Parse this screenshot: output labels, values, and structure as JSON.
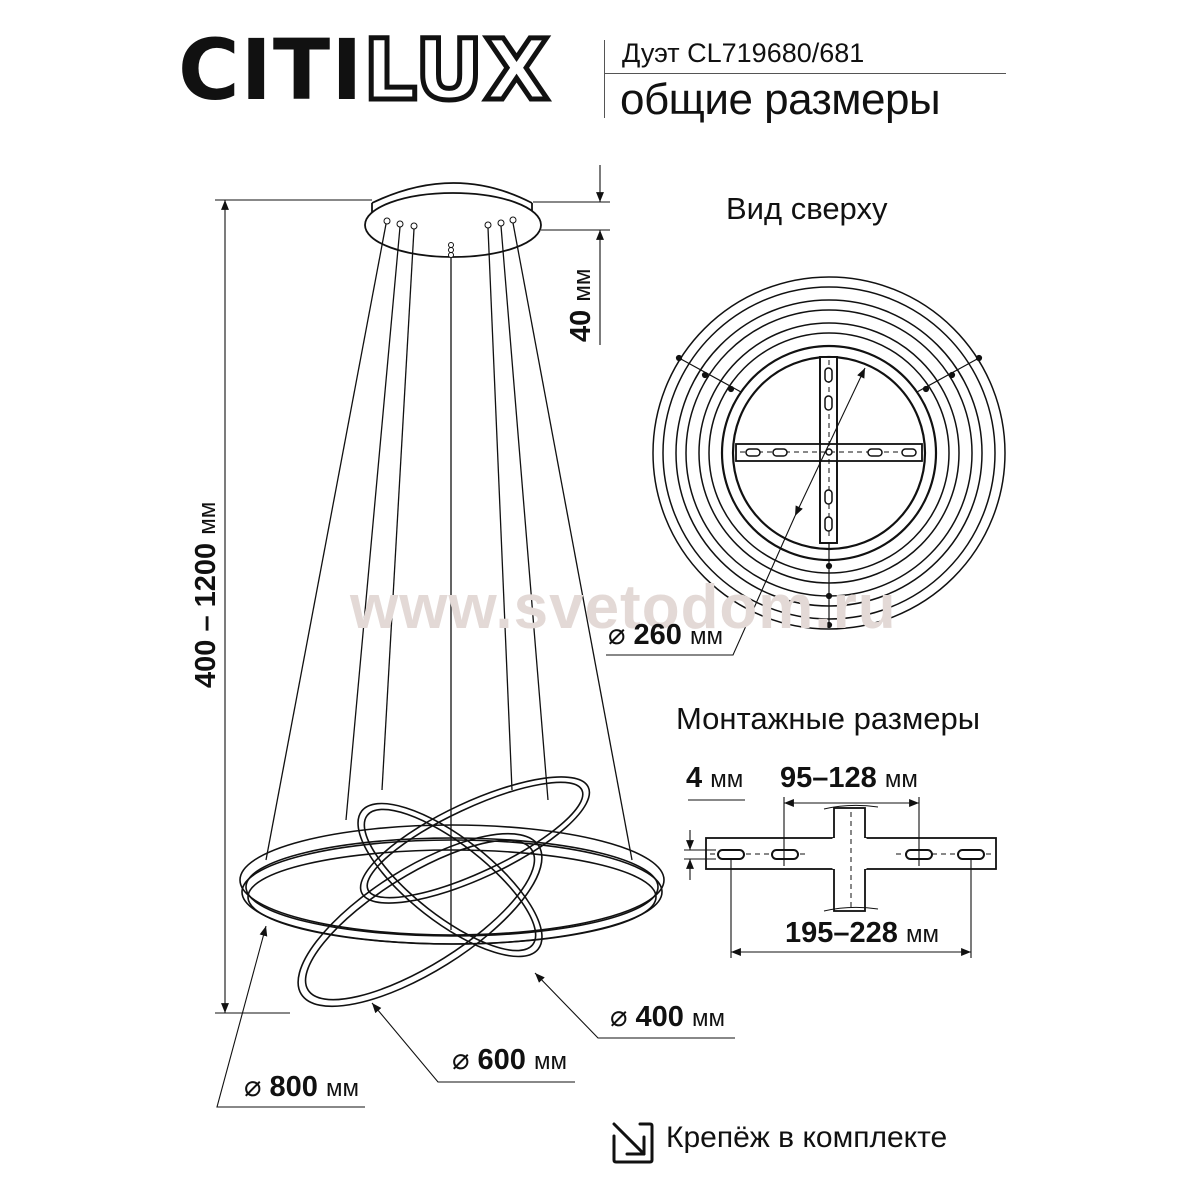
{
  "header": {
    "brand_solid": "CITI",
    "brand_outline": "LUX",
    "model": "Дуэт CL719680/681",
    "subtitle": "общие размеры"
  },
  "side_view": {
    "height_range_value": "400 – 1200",
    "height_range_unit": "мм",
    "canopy_height_value": "40",
    "canopy_height_unit": "мм",
    "rings": [
      {
        "diameter_symbol": "⌀",
        "value": "800",
        "unit": "мм"
      },
      {
        "diameter_symbol": "⌀",
        "value": "600",
        "unit": "мм"
      },
      {
        "diameter_symbol": "⌀",
        "value": "400",
        "unit": "мм"
      }
    ]
  },
  "top_view": {
    "title": "Вид сверху",
    "diameter_symbol": "⌀",
    "diameter_value": "260",
    "diameter_unit": "мм"
  },
  "mounting": {
    "title": "Монтажные размеры",
    "slot_width_value": "4",
    "slot_width_unit": "мм",
    "inner_spacing_value": "95–128",
    "inner_spacing_unit": "мм",
    "outer_spacing_value": "195–228",
    "outer_spacing_unit": "мм"
  },
  "watermark": "www.svetodom.ru",
  "footer": {
    "icon": "arrow-down-right-box-icon",
    "text": "Крепёж в комплекте"
  }
}
